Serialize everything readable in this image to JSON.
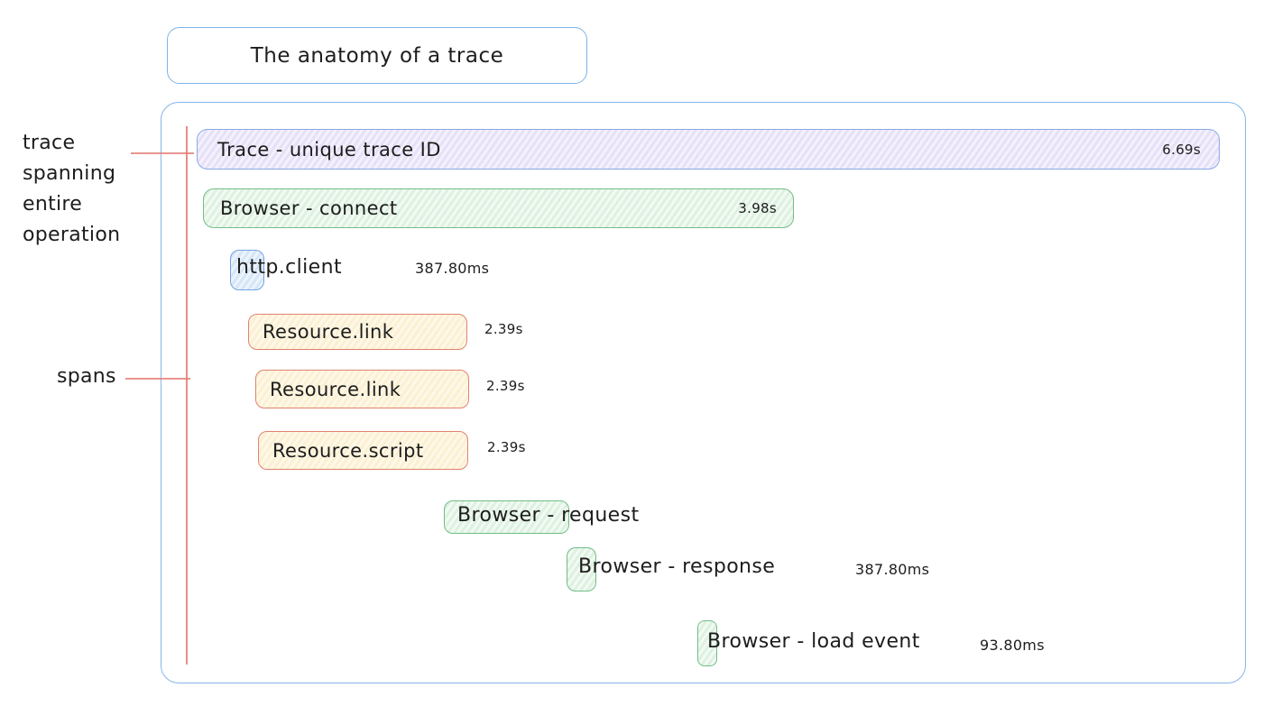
{
  "title": "The anatomy of a trace",
  "annotations": {
    "trace": "trace\nspanning\nentire\noperation",
    "spans": "spans"
  },
  "trace_bar": {
    "label": "Trace - unique trace ID",
    "duration": "6.69s"
  },
  "spans": [
    {
      "label": "Browser - connect",
      "duration": "3.98s"
    },
    {
      "label": "http.client",
      "duration": "387.80ms"
    },
    {
      "label": "Resource.link",
      "duration": "2.39s"
    },
    {
      "label": "Resource.link",
      "duration": "2.39s"
    },
    {
      "label": "Resource.script",
      "duration": "2.39s"
    },
    {
      "label": "Browser - request"
    },
    {
      "label": "Browser - response",
      "duration": "387.80ms"
    },
    {
      "label": "Browser - load event",
      "duration": "93.80ms"
    }
  ],
  "colors": {
    "frame_border": "#85b5e8",
    "trace_fill": "#e9e4f9",
    "trace_border": "#8aa9e4",
    "span_green_fill": "#e3f4e5",
    "span_green_border": "#72bd88",
    "http_fill": "#dce9f9",
    "http_border": "#74a2e2",
    "resource_fill": "#fdf3d8",
    "resource_border": "#e2826e",
    "annotation_red": "#e37b72",
    "text": "#1d1d1d"
  }
}
